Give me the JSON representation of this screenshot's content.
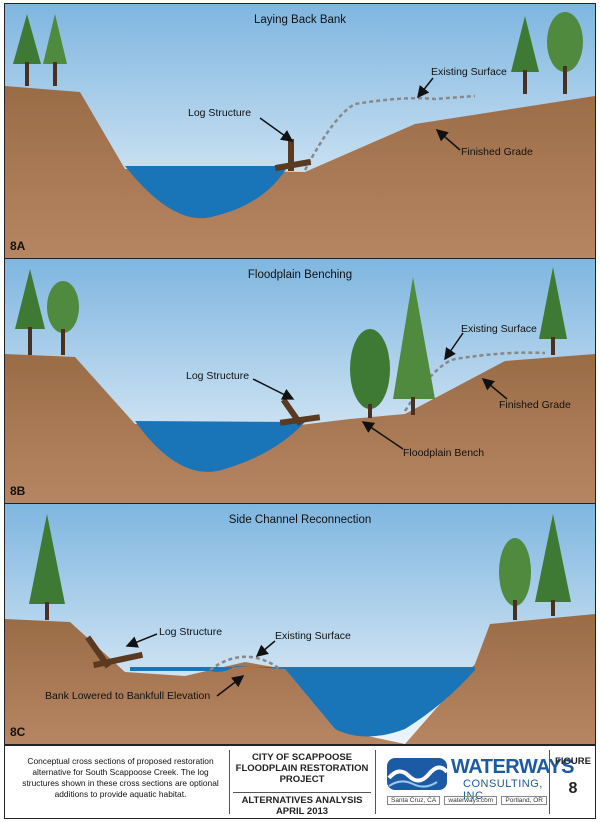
{
  "panels": [
    {
      "title": "Laying Back Bank",
      "id": "8A",
      "labels": {
        "log": "Log Structure",
        "existing": "Existing Surface",
        "finished": "Finished Grade"
      }
    },
    {
      "title": "Floodplain Benching",
      "id": "8B",
      "labels": {
        "log": "Log Structure",
        "existing": "Existing Surface",
        "finished": "Finished Grade",
        "bench": "Floodplain Bench"
      }
    },
    {
      "title": "Side Channel Reconnection",
      "id": "8C",
      "labels": {
        "log": "Log Structure",
        "existing": "Existing Surface",
        "bank": "Bank Lowered to Bankfull Elevation"
      }
    }
  ],
  "footer": {
    "caption": "Conceptual cross sections of proposed restoration alternative for South Scappoose Creek. The log structures shown in these cross sections are optional additions to provide aquatic habitat.",
    "project_title": "CITY OF SCAPPOOSE FLOODPLAIN RESTORATION PROJECT",
    "analysis": "ALTERNATIVES ANALYSIS",
    "date": "APRIL 2013",
    "logo_name": "WATERWAYS",
    "logo_sub": "CONSULTING, INC.",
    "logo_loc1": "Santa Cruz, CA",
    "logo_web": "waterways.com",
    "logo_loc2": "Portland, OR",
    "figure_label": "FIGURE",
    "figure_number": "8"
  },
  "colors": {
    "sky_top": "#7fb6e0",
    "sky_bottom": "#eef5fa",
    "soil": "#a0714a",
    "water": "#1a74b8",
    "tree": "#3e7a34",
    "brand": "#1d5aa6"
  }
}
